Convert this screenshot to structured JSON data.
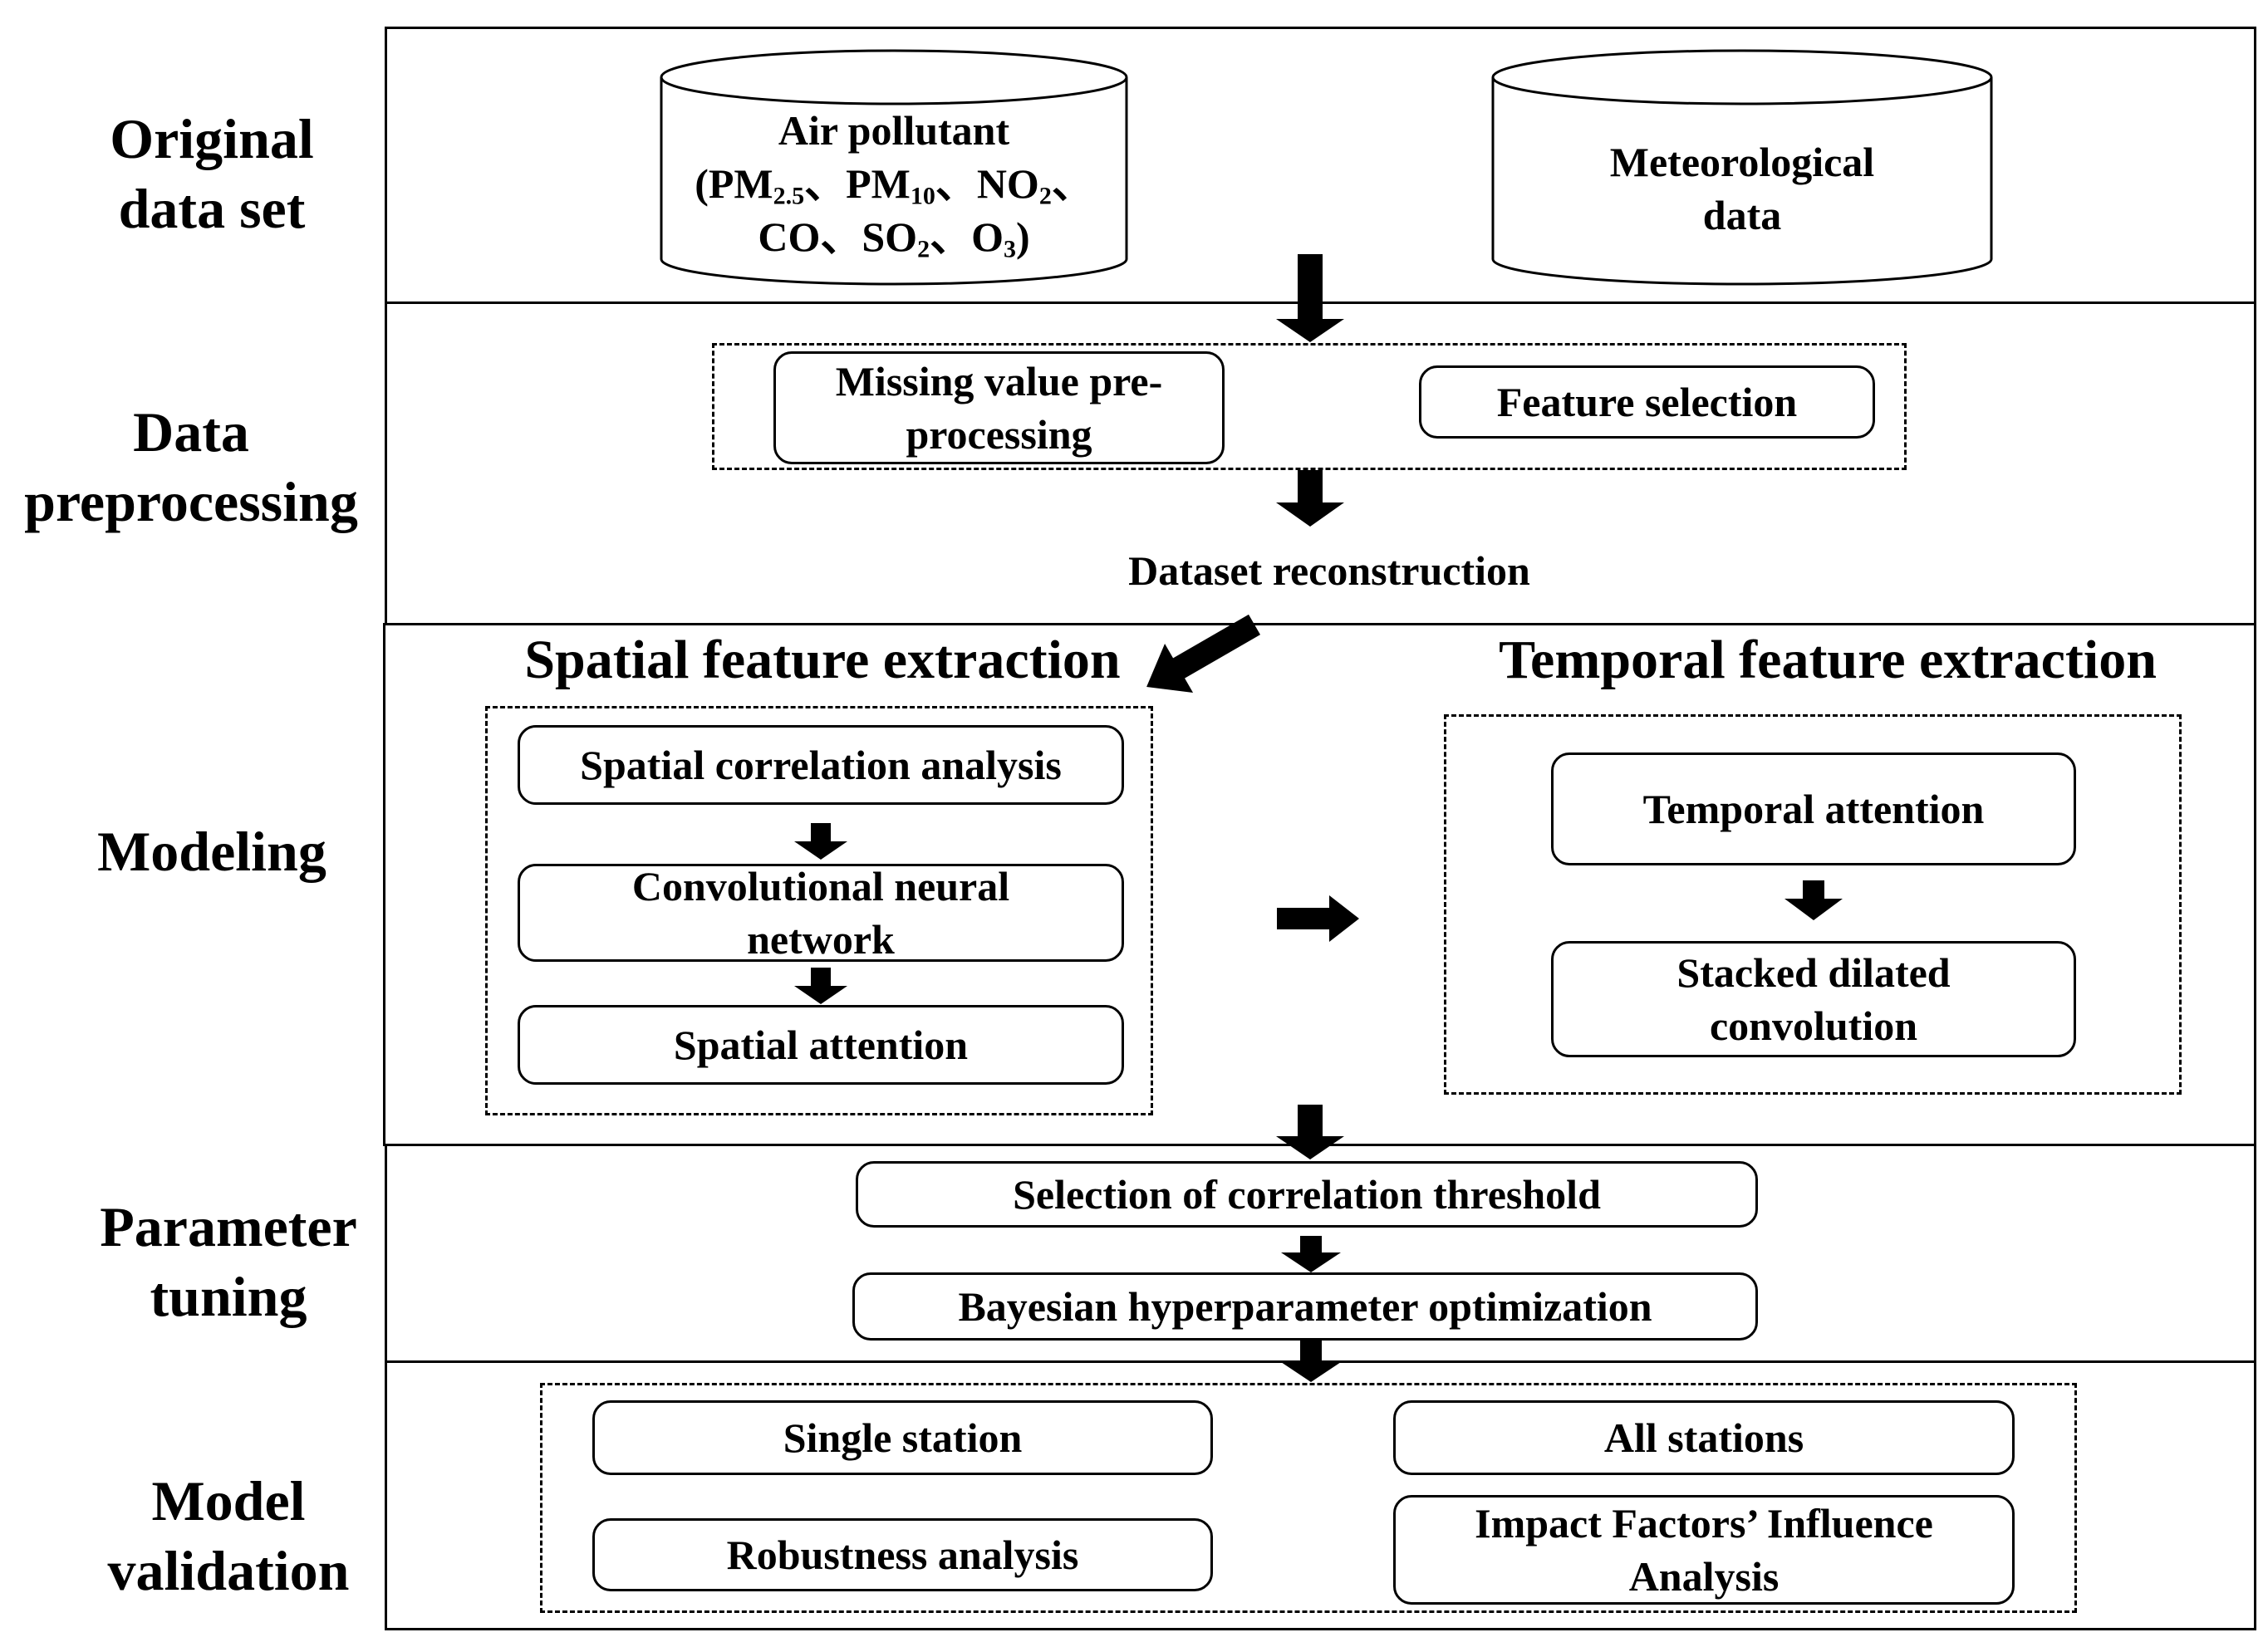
{
  "stages": {
    "original_data_set": "Original\ndata set",
    "data_preprocessing": "Data\npreprocessing",
    "modeling": "Modeling",
    "parameter_tuning": "Parameter\ntuning",
    "model_validation": "Model\nvalidation"
  },
  "original_data": {
    "air_pollutant_title": "Air pollutant",
    "pollutants": [
      "PM2.5",
      "PM10",
      "NO2",
      "CO",
      "SO2",
      "O3"
    ],
    "meteorological_line1": "Meteorological",
    "meteorological_line2": "data"
  },
  "preprocessing": {
    "missing_value_line1": "Missing value pre-",
    "missing_value_line2": "processing",
    "feature_selection": "Feature selection",
    "dataset_reconstruction": "Dataset reconstruction"
  },
  "modeling": {
    "spatial_title": "Spatial feature extraction",
    "temporal_title": "Temporal feature extraction",
    "spatial_steps": {
      "correlation": "Spatial correlation analysis",
      "cnn_line1": "Convolutional neural",
      "cnn_line2": "network",
      "attention": "Spatial attention"
    },
    "temporal_steps": {
      "attention": "Temporal attention",
      "dilated_line1": "Stacked dilated",
      "dilated_line2": "convolution"
    }
  },
  "tuning": {
    "threshold": "Selection of correlation threshold",
    "bayesian": "Bayesian hyperparameter optimization"
  },
  "validation": {
    "single_station": "Single station",
    "all_stations": "All stations",
    "robustness": "Robustness analysis",
    "impact_line1": "Impact Factors’ Influence",
    "impact_line2": "Analysis"
  }
}
